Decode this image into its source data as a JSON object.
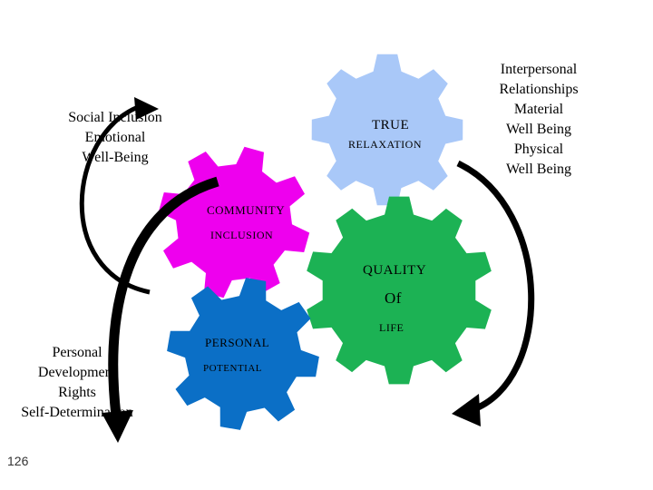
{
  "gears": [
    {
      "id": "true-relaxation",
      "color": "#a9c8f8",
      "lines": [
        "TRUE",
        "RELAXATION"
      ]
    },
    {
      "id": "community-inclusion",
      "color": "#ee00ee",
      "lines": [
        "COMMUNITY",
        "INCLUSION"
      ]
    },
    {
      "id": "quality-of-life",
      "color": "#1cb254",
      "lines": [
        "QUALITY",
        "Of",
        "LIFE"
      ]
    },
    {
      "id": "personal-potential",
      "color": "#0b6fc6",
      "lines": [
        "PERSONAL",
        "POTENTIAL"
      ]
    }
  ],
  "labels": {
    "social": "Social Inclusion\nEmotional\nWell-Being",
    "interpersonal": "Interpersonal\nRelationships\nMaterial\nWell Being\nPhysical\nWell Being",
    "personal": "Personal\nDevelopment\nRights\nSelf-Determination"
  },
  "page_number": "126"
}
